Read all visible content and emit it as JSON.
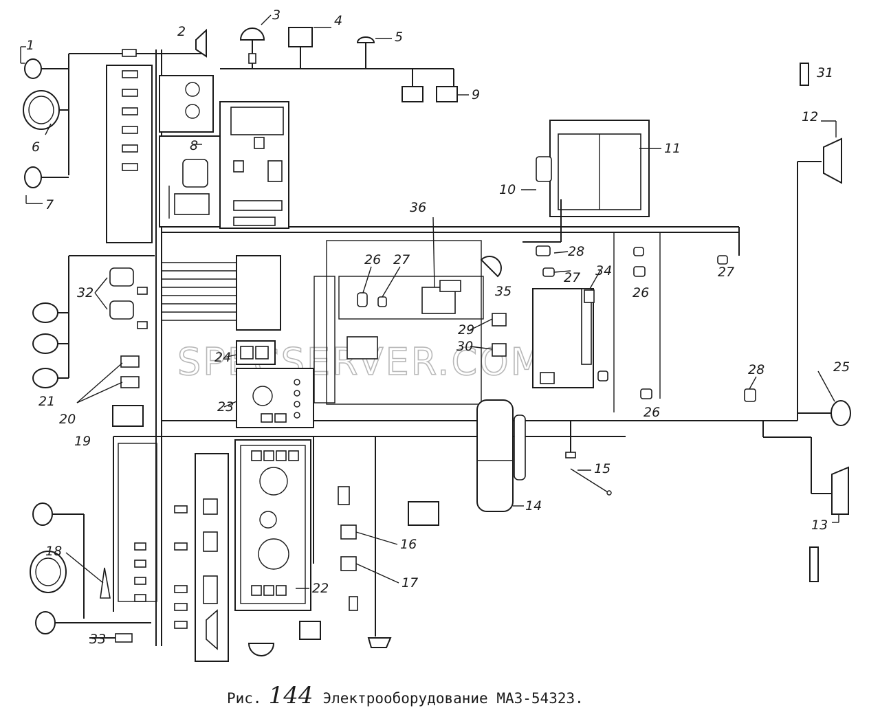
{
  "caption": {
    "prefix": "Рис.",
    "figure_number": "144",
    "title": "Электрооборудование МАЗ-54323."
  },
  "watermark": "SPECSERVER.COM",
  "callouts": [
    "1",
    "2",
    "3",
    "4",
    "5",
    "6",
    "7",
    "8",
    "9",
    "10",
    "11",
    "12",
    "13",
    "14",
    "15",
    "16",
    "17",
    "18",
    "19",
    "20",
    "21",
    "22",
    "23",
    "24",
    "25",
    "26",
    "26",
    "26",
    "27",
    "27",
    "27",
    "28",
    "28",
    "29",
    "30",
    "31",
    "32",
    "33",
    "34",
    "35",
    "36"
  ]
}
